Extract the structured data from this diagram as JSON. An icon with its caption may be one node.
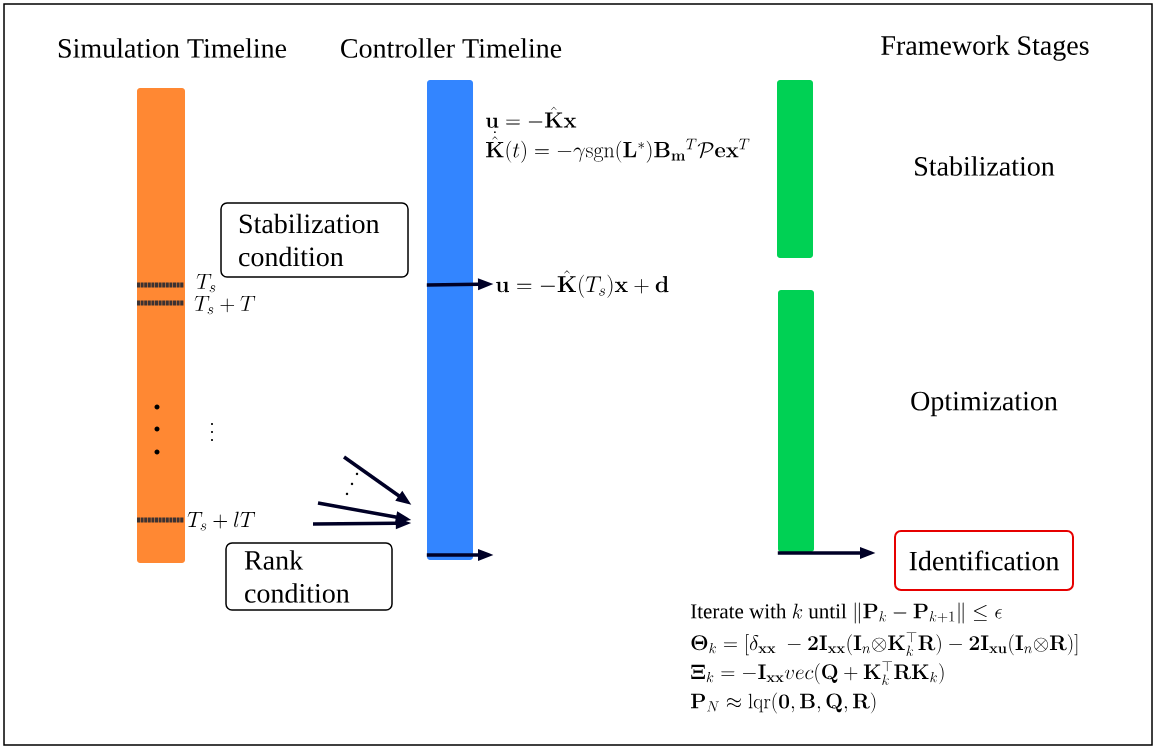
{
  "diagram": {
    "nodes": [
      {
        "text": [],
        "shape": "bar"
      },
      {
        "text": [
          "Stabilization condition"
        ]
      },
      {
        "text": [],
        "shape": "bar"
      },
      {
        "text": [
          "\\mathbf{u} = -\\hat{\\mathbf{K}}(T_s)\\mathbf{x} + \\mathbf{d}"
        ]
      },
      {
        "text": [],
        "shape": "bar"
      },
      {
        "text": [],
        "shape": "bar"
      },
      {
        "text": [
          "Rank condition"
        ]
      },
      {
        "text": [
          "Identification"
        ]
      }
    ],
    "edges": [
      {
        "from": 2,
        "to": 3,
        "arrow": "to"
      },
      {
        "from": 2,
        "to": null,
        "arrow": "to"
      },
      {
        "from": 5,
        "to": 7,
        "arrow": "to"
      },
      {
        "from": null,
        "to": 2,
        "arrow": "to"
      },
      {
        "from": null,
        "to": 2,
        "arrow": "to"
      },
      {
        "from": null,
        "to": 2,
        "arrow": "to"
      }
    ],
    "labels": [
      "Simulation Timeline",
      "Controller Timeline",
      "Framework Stages",
      "\\mathbf{u} = -\\hat{\\mathbf{K}}\\mathbf{x}",
      "\\dot{\\hat{\\mathbf{K}}}(t) = -\\gamma \\mathrm{sgn}(\\mathbf{L}^{*})\\mathbf{B}_{\\mathbf{m}}{}^{T}\\mathcal{P}\\mathbf{e}\\mathbf{x}^{T}",
      "Stabilization",
      "T_s",
      "T_s + T",
      "Optimization",
      "T_s + lT",
      "\\text{Iterate with } k \\text{ until } \\|\\mathbf{P}_k - \\mathbf{P}_{k+1}\\| \\leq \\epsilon",
      "\\mathbf{\\Theta}_k = [\\delta_{\\mathbf{xx}}\\ - \\mathbf{2I}_{\\mathbf{xx}}(\\mathbf{I}_n{\\otimes}\\mathbf{K}_k^{\\top}\\mathbf{R}) - \\mathbf{2I}_{\\mathbf{xu}}(\\mathbf{I}_n{\\otimes}\\mathbf{R})]",
      "\\mathbf{\\Xi}_k = -\\mathbf{I}_{\\mathbf{xx}} vec(\\mathbf{Q} + \\mathbf{K}_k^{\\top}\\mathbf{R}\\mathbf{K}_k)",
      "\\mathbf{P}_N \\approx \\mathrm{lqr}(\\mathbf{0}, \\mathbf{B}, \\mathbf{Q}, \\mathbf{R})"
    ]
  }
}
